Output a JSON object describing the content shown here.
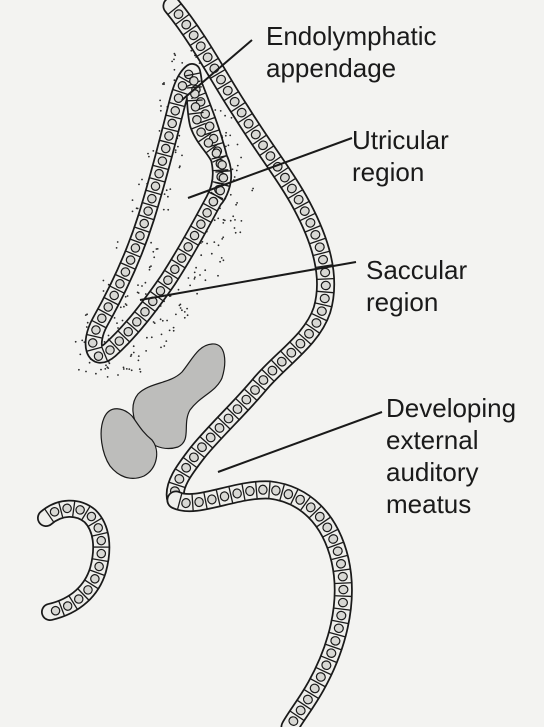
{
  "labels": {
    "endolymphatic": [
      "Endolymphatic",
      "appendage"
    ],
    "utricular": [
      "Utricular",
      "region"
    ],
    "saccular": [
      "Saccular",
      "region"
    ],
    "meatus": [
      "Developing",
      "external",
      "auditory",
      "meatus"
    ]
  },
  "colors": {
    "background": "#f3f3f1",
    "line": "#1a1a1a",
    "cell_fill": "#d8d8d4",
    "cartilage_fill": "#bdbdbb",
    "stipple": "#2a2a2a"
  }
}
